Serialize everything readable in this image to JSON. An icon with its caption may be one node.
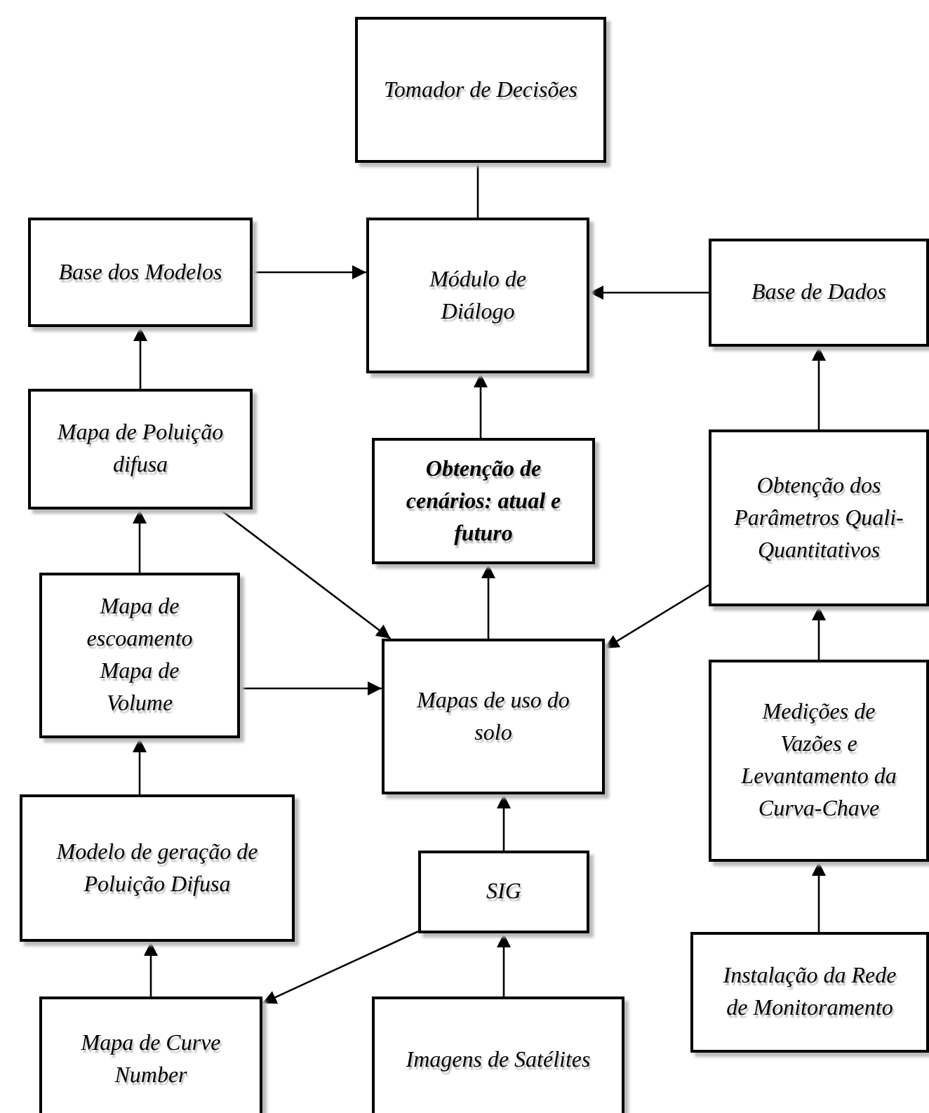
{
  "diagram": {
    "nodes": [
      {
        "text": [
          "Tomador de Decisões"
        ]
      },
      {
        "text": [
          "Base dos Modelos"
        ]
      },
      {
        "text": [
          "Módulo de Diálogo"
        ]
      },
      {
        "text": [
          "Base de Dados"
        ]
      },
      {
        "text": [
          "Mapa de Poluição difusa"
        ]
      },
      {
        "text": [
          "Obtenção de cenários: atual e futuro"
        ]
      },
      {
        "text": [
          "Obtenção dos Parâmetros Quali-Quantitativos"
        ]
      },
      {
        "text": [
          "Mapa de escoamento Mapa de Volume"
        ]
      },
      {
        "text": [
          "Mapas de uso do solo"
        ]
      },
      {
        "text": [
          "Modelo de geração de Poluição Difusa"
        ]
      },
      {
        "text": [
          "SIG"
        ]
      },
      {
        "text": [
          "Medições de Vazões e Levantamento da Curva-Chave"
        ]
      },
      {
        "text": [
          "Mapa de Curve Number"
        ]
      },
      {
        "text": [
          "Imagens de Satélites"
        ]
      },
      {
        "text": [
          "Instalação da Rede de Monitoramento"
        ]
      }
    ],
    "edges": [
      {
        "from": 0,
        "to": 2,
        "arrow": "none"
      },
      {
        "from": 1,
        "to": 2,
        "arrow": "to"
      },
      {
        "from": 3,
        "to": 2,
        "arrow": "to"
      },
      {
        "from": 4,
        "to": 1,
        "arrow": "to"
      },
      {
        "from": 5,
        "to": 2,
        "arrow": "to"
      },
      {
        "from": 6,
        "to": 3,
        "arrow": "to"
      },
      {
        "from": 4,
        "to": 8,
        "arrow": "to"
      },
      {
        "from": 6,
        "to": 8,
        "arrow": "to"
      },
      {
        "from": 7,
        "to": 4,
        "arrow": "to"
      },
      {
        "from": 7,
        "to": 8,
        "arrow": "to"
      },
      {
        "from": 8,
        "to": 5,
        "arrow": "to"
      },
      {
        "from": 9,
        "to": 7,
        "arrow": "to"
      },
      {
        "from": 10,
        "to": 8,
        "arrow": "to"
      },
      {
        "from": 10,
        "to": 12,
        "arrow": "to"
      },
      {
        "from": 12,
        "to": 9,
        "arrow": "to"
      },
      {
        "from": 13,
        "to": 10,
        "arrow": "to"
      },
      {
        "from": 11,
        "to": 6,
        "arrow": "to"
      },
      {
        "from": 14,
        "to": 11,
        "arrow": "to"
      }
    ]
  }
}
